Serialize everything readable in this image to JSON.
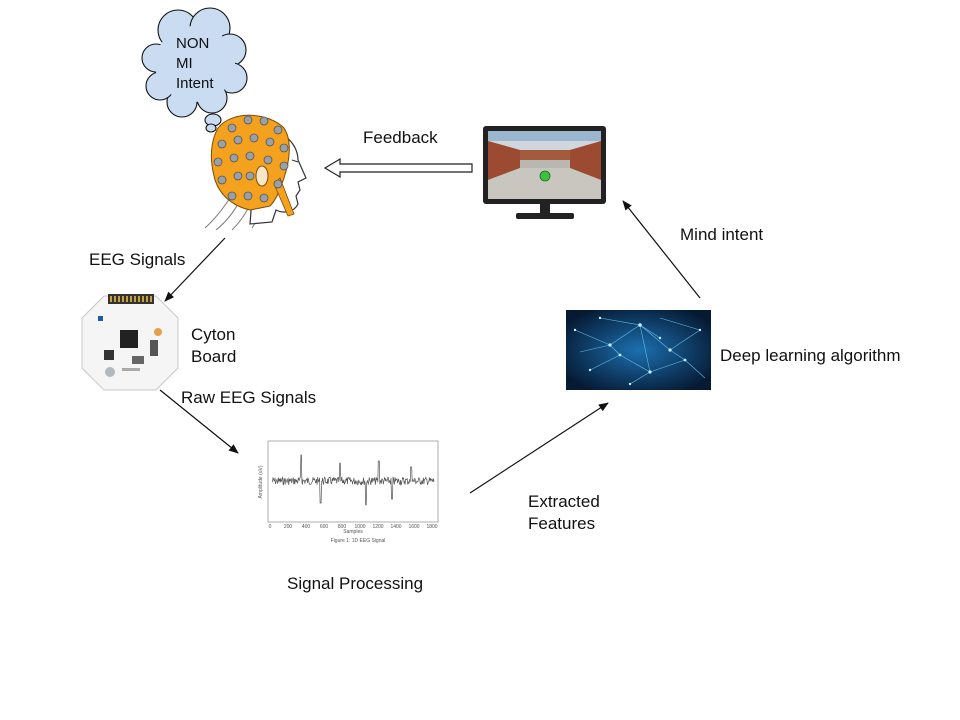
{
  "thought_bubble": {
    "lines": [
      "NON",
      "MI",
      "Intent"
    ]
  },
  "labels": {
    "feedback": "Feedback",
    "eeg_signals": "EEG Signals",
    "cyton_line1": "Cyton",
    "cyton_line2": "Board",
    "raw_eeg_signals": "Raw EEG Signals",
    "mind_intent": "Mind intent",
    "deep_learning": "Deep learning algorithm",
    "extracted_line1": "Extracted",
    "extracted_line2": "Features",
    "signal_processing": "Signal Processing"
  },
  "eeg_plot": {
    "x_ticks": [
      "0",
      "200",
      "400",
      "600",
      "800",
      "1000",
      "1200",
      "1400",
      "1600",
      "1800"
    ],
    "xlabel": "Samples",
    "ylabel": "Amplitude (uV)",
    "caption": "Figure 1: 1D EEG Signal"
  },
  "colors": {
    "cap": "#f4a11d",
    "electrode": "#9aa0a6",
    "thought_fill": "#c9dcf1",
    "neural_bg": "#08203d",
    "neural_line": "#4fc3f7",
    "monitor_frame": "#222222"
  }
}
